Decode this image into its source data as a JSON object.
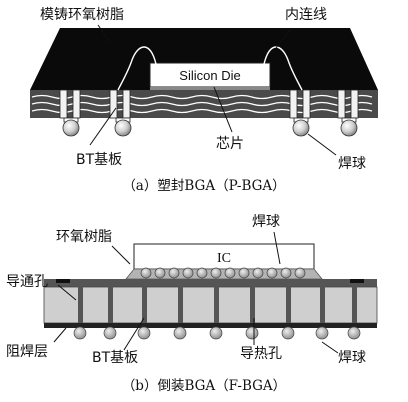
{
  "top": {
    "label_mold": "模铸环氧树脂",
    "label_wire": "内连线",
    "label_die": "Silicon Die",
    "label_substrate": "BT基板",
    "label_chip": "芯片",
    "label_ball": "焊球",
    "caption": "（a）塑封BGA（P-BGA）"
  },
  "bottom": {
    "label_ball_top": "焊球",
    "label_epoxy": "环氧树脂",
    "label_ic": "IC",
    "label_via": "导通孔",
    "label_mask": "阻焊层",
    "label_substrate": "BT基板",
    "label_thermal": "导热孔",
    "label_ball": "焊球",
    "caption": "（b）倒装BGA（F-BGA）"
  }
}
